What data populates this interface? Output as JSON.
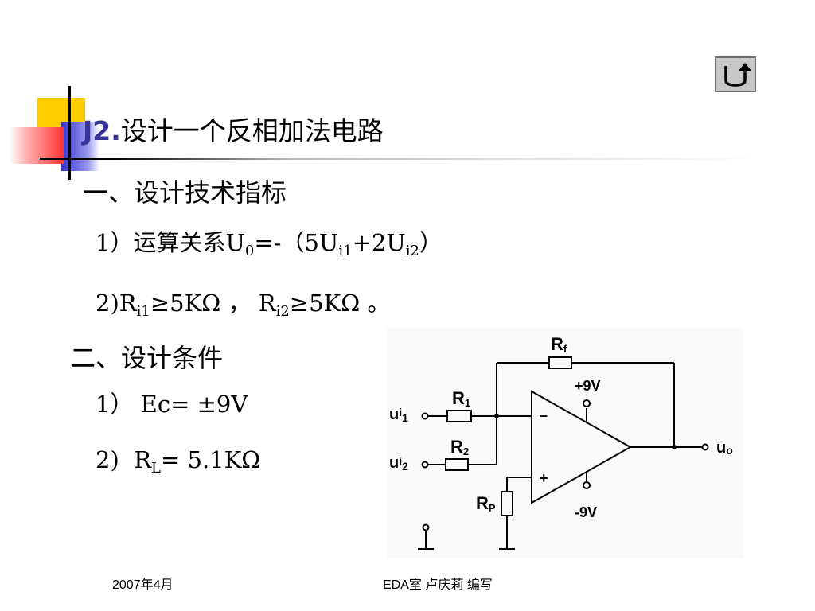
{
  "title": {
    "prefix": "J2.",
    "text": "设计一个反相加法电路"
  },
  "section1": {
    "heading": "一、设计技术指标",
    "item1": {
      "text": "1）运算关系U",
      "sub0": "0",
      "mid": "=-（5U",
      "sub1": "i1",
      "mid2": "+2U",
      "sub2": "i2",
      "end": "）"
    },
    "item2": {
      "a": "2)R",
      "sub_a": "i1",
      "b": "≥5KΩ ， R",
      "sub_b": "i2",
      "c": "≥5KΩ 。"
    }
  },
  "section2": {
    "heading": "二、设计条件",
    "item1": {
      "label": "1）",
      "text": "Ec= ±9V"
    },
    "item2": {
      "label": "2)",
      "text_a": "R",
      "sub": "L",
      "text_b": "= 5.1KΩ"
    }
  },
  "circuit": {
    "rf": "R",
    "rf_sub": "f",
    "r1": "R",
    "r1_sub": "1",
    "r2": "R",
    "r2_sub": "2",
    "rp": "R",
    "rp_sub": "P",
    "ui1": "u",
    "ui1_sub": "i",
    "ui1_sub2": "1",
    "ui2": "u",
    "ui2_sub": "i",
    "ui2_sub2": "2",
    "uo": "u",
    "uo_sub": "o",
    "vplus": "+9V",
    "vminus": "-9V",
    "inv": "–",
    "noninv": "+"
  },
  "footer": {
    "date": "2007年4月",
    "author": "EDA室  卢庆莉  编写"
  },
  "icons": {
    "back": "u-turn-arrow-icon"
  }
}
